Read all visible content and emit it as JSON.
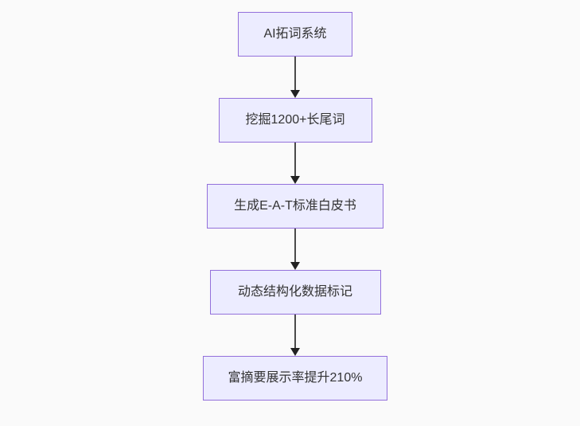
{
  "diagram": {
    "type": "flowchart",
    "direction": "top-down",
    "nodes": [
      {
        "id": "step-1",
        "label": "AI拓词系统"
      },
      {
        "id": "step-2",
        "label": "挖掘1200+长尾词"
      },
      {
        "id": "step-3",
        "label": "生成E-A-T标准白皮书"
      },
      {
        "id": "step-4",
        "label": "动态结构化数据标记"
      },
      {
        "id": "step-5",
        "label": "富摘要展示率提升210%"
      }
    ],
    "edges": [
      {
        "from": "step-1",
        "to": "step-2"
      },
      {
        "from": "step-2",
        "to": "step-3"
      },
      {
        "from": "step-3",
        "to": "step-4"
      },
      {
        "from": "step-4",
        "to": "step-5"
      }
    ],
    "colors": {
      "node_fill": "#ececff",
      "node_border": "#9370db",
      "node_text": "#333333",
      "arrow": "#333333",
      "background": "#fafafa"
    }
  }
}
